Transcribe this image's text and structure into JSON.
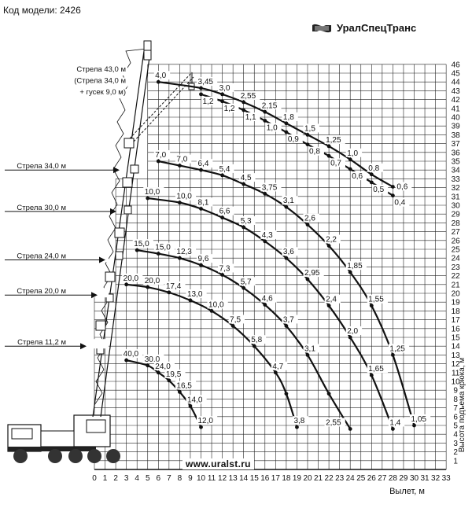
{
  "model_label": "Код модели: 2426",
  "brand": {
    "name": "УралСпецТранс",
    "logo_icon": "flag-logo-icon"
  },
  "website": "www.uralst.ru",
  "chart_data": {
    "type": "line",
    "xlabel": "Вылет, м",
    "ylabel": "Высота подъема крюка, м",
    "xlim": [
      0,
      33
    ],
    "ylim": [
      0,
      46
    ],
    "x_ticks": [
      "0",
      "1",
      "2",
      "3",
      "4",
      "5",
      "6",
      "7",
      "8",
      "9",
      "10",
      "11",
      "12",
      "13",
      "14",
      "15",
      "16",
      "17",
      "18",
      "19",
      "20",
      "21",
      "22",
      "23",
      "24",
      "25",
      "26",
      "27",
      "28",
      "29",
      "30",
      "31",
      "32",
      "33"
    ],
    "y_ticks": [
      "1",
      "2",
      "3",
      "4",
      "5",
      "6",
      "7",
      "8",
      "9",
      "10",
      "11",
      "12",
      "13",
      "14",
      "15",
      "16",
      "17",
      "18",
      "19",
      "20",
      "21",
      "22",
      "23",
      "24",
      "25",
      "26",
      "27",
      "28",
      "29",
      "30",
      "31",
      "32",
      "33",
      "34",
      "35",
      "36",
      "37",
      "38",
      "39",
      "40",
      "41",
      "42",
      "43",
      "44",
      "45",
      "46"
    ],
    "boom_labels": [
      {
        "text": "Стрела 43,0 м",
        "y": 45
      },
      {
        "text": "(Стрела 34,0 м",
        "y": 43.7
      },
      {
        "text": "+ гусек 9,0 м)",
        "y": 42.4
      },
      {
        "text": "Стрела 34,0 м",
        "y": 34
      },
      {
        "text": "Стрела 30,0 м",
        "y": 29.3
      },
      {
        "text": "Стрела 24,0 м",
        "y": 23.8
      },
      {
        "text": "Стрела 20,0 м",
        "y": 19.8
      },
      {
        "text": "Стрела 11,2 м",
        "y": 14
      }
    ],
    "series": [
      {
        "points": [
          [
            6,
            44
          ],
          [
            10,
            43.3
          ],
          [
            12,
            42.6
          ],
          [
            14,
            41.7
          ],
          [
            16,
            40.6
          ],
          [
            18,
            39.3
          ],
          [
            20,
            38
          ],
          [
            22,
            36.7
          ],
          [
            24,
            35.2
          ],
          [
            26,
            33.5
          ],
          [
            28,
            32.1
          ]
        ],
        "labels": [
          {
            "x": 6,
            "y": 44,
            "t": "4,0",
            "pos": "above"
          },
          {
            "x": 10,
            "y": 43.3,
            "t": "3,45",
            "pos": "above"
          },
          {
            "x": 12,
            "y": 42.6,
            "t": "3,0",
            "pos": "above"
          },
          {
            "x": 14,
            "y": 41.7,
            "t": "2,55",
            "pos": "above"
          },
          {
            "x": 16,
            "y": 40.6,
            "t": "2,15",
            "pos": "above"
          },
          {
            "x": 18,
            "y": 39.3,
            "t": "1,8",
            "pos": "above"
          },
          {
            "x": 20,
            "y": 38,
            "t": "1,5",
            "pos": "above"
          },
          {
            "x": 22,
            "y": 36.7,
            "t": "1,25",
            "pos": "above"
          },
          {
            "x": 24,
            "y": 35.2,
            "t": "1,0",
            "pos": "above"
          },
          {
            "x": 26,
            "y": 33.5,
            "t": "0,8",
            "pos": "above"
          },
          {
            "x": 28,
            "y": 32.1,
            "t": "0,6",
            "pos": "right"
          }
        ]
      },
      {
        "points": [
          [
            10,
            42.6
          ],
          [
            12,
            41.8
          ],
          [
            14,
            40.8
          ],
          [
            16,
            39.6
          ],
          [
            18,
            38.3
          ],
          [
            20,
            36.9
          ],
          [
            22,
            35.6
          ],
          [
            24,
            34.1
          ],
          [
            26,
            32.6
          ],
          [
            28,
            31.1
          ]
        ],
        "labels": [
          {
            "x": 10,
            "y": 42.6,
            "t": "1,2",
            "pos": "below"
          },
          {
            "x": 12,
            "y": 41.8,
            "t": "1,2",
            "pos": "below"
          },
          {
            "x": 14,
            "y": 40.8,
            "t": "1,1",
            "pos": "below"
          },
          {
            "x": 16,
            "y": 39.6,
            "t": "1,0",
            "pos": "below"
          },
          {
            "x": 18,
            "y": 38.3,
            "t": "0,9",
            "pos": "below"
          },
          {
            "x": 20,
            "y": 36.9,
            "t": "0,8",
            "pos": "below"
          },
          {
            "x": 22,
            "y": 35.6,
            "t": "0,7",
            "pos": "below"
          },
          {
            "x": 24,
            "y": 34.1,
            "t": "0,6",
            "pos": "below"
          },
          {
            "x": 26,
            "y": 32.6,
            "t": "0,5",
            "pos": "below"
          },
          {
            "x": 28,
            "y": 31.1,
            "t": "0,4",
            "pos": "below"
          }
        ]
      },
      {
        "points": [
          [
            6,
            35
          ],
          [
            8,
            34.5
          ],
          [
            10,
            34
          ],
          [
            12,
            33.4
          ],
          [
            14,
            32.4
          ],
          [
            16,
            31.3
          ],
          [
            18,
            29.8
          ],
          [
            20,
            27.8
          ],
          [
            22,
            25.4
          ],
          [
            24,
            22.4
          ],
          [
            26,
            18.6
          ],
          [
            28,
            13
          ],
          [
            30,
            5
          ]
        ],
        "labels": [
          {
            "x": 6,
            "y": 35,
            "t": "7,0",
            "pos": "above"
          },
          {
            "x": 8,
            "y": 34.5,
            "t": "7,0",
            "pos": "above"
          },
          {
            "x": 10,
            "y": 34,
            "t": "6,4",
            "pos": "above"
          },
          {
            "x": 12,
            "y": 33.4,
            "t": "5,4",
            "pos": "above"
          },
          {
            "x": 14,
            "y": 32.4,
            "t": "4,5",
            "pos": "above"
          },
          {
            "x": 16,
            "y": 31.3,
            "t": "3,75",
            "pos": "above"
          },
          {
            "x": 18,
            "y": 29.8,
            "t": "3,1",
            "pos": "above"
          },
          {
            "x": 20,
            "y": 27.8,
            "t": "2,6",
            "pos": "above"
          },
          {
            "x": 22,
            "y": 25.4,
            "t": "2,2",
            "pos": "above"
          },
          {
            "x": 24,
            "y": 22.4,
            "t": "1,85",
            "pos": "above"
          },
          {
            "x": 26,
            "y": 18.6,
            "t": "1,55",
            "pos": "above"
          },
          {
            "x": 28,
            "y": 13,
            "t": "1,25",
            "pos": "above"
          },
          {
            "x": 30,
            "y": 5,
            "t": "1,05",
            "pos": "above"
          }
        ]
      },
      {
        "points": [
          [
            5,
            30.8
          ],
          [
            8,
            30.3
          ],
          [
            10,
            29.6
          ],
          [
            12,
            28.6
          ],
          [
            14,
            27.5
          ],
          [
            16,
            25.9
          ],
          [
            18,
            24
          ],
          [
            20,
            21.6
          ],
          [
            22,
            18.6
          ],
          [
            24,
            15
          ],
          [
            26,
            10.7
          ],
          [
            28,
            4.6
          ]
        ],
        "labels": [
          {
            "x": 5,
            "y": 30.8,
            "t": "10,0",
            "pos": "above"
          },
          {
            "x": 8,
            "y": 30.3,
            "t": "10,0",
            "pos": "above"
          },
          {
            "x": 10,
            "y": 29.6,
            "t": "8,1",
            "pos": "above"
          },
          {
            "x": 12,
            "y": 28.6,
            "t": "6,6",
            "pos": "above"
          },
          {
            "x": 14,
            "y": 27.5,
            "t": "5,3",
            "pos": "above"
          },
          {
            "x": 16,
            "y": 25.9,
            "t": "4,3",
            "pos": "above"
          },
          {
            "x": 18,
            "y": 24,
            "t": "3,6",
            "pos": "above"
          },
          {
            "x": 20,
            "y": 21.6,
            "t": "2,95",
            "pos": "above"
          },
          {
            "x": 22,
            "y": 18.6,
            "t": "2,4",
            "pos": "above"
          },
          {
            "x": 24,
            "y": 15,
            "t": "2,0",
            "pos": "above"
          },
          {
            "x": 26,
            "y": 10.7,
            "t": "1,65",
            "pos": "above"
          },
          {
            "x": 28,
            "y": 4.6,
            "t": "1,4",
            "pos": "above"
          }
        ]
      },
      {
        "points": [
          [
            4,
            24.9
          ],
          [
            6,
            24.5
          ],
          [
            8,
            24
          ],
          [
            10,
            23.2
          ],
          [
            12,
            22.1
          ],
          [
            14,
            20.6
          ],
          [
            16,
            18.7
          ],
          [
            18,
            16.3
          ],
          [
            20,
            13
          ],
          [
            22,
            8.6
          ],
          [
            24,
            4.6
          ]
        ],
        "labels": [
          {
            "x": 4,
            "y": 24.9,
            "t": "15,0",
            "pos": "above"
          },
          {
            "x": 6,
            "y": 24.5,
            "t": "15,0",
            "pos": "above"
          },
          {
            "x": 8,
            "y": 24,
            "t": "12,3",
            "pos": "above"
          },
          {
            "x": 10,
            "y": 23.2,
            "t": "9,6",
            "pos": "above"
          },
          {
            "x": 12,
            "y": 22.1,
            "t": "7,3",
            "pos": "above"
          },
          {
            "x": 14,
            "y": 20.6,
            "t": "5,7",
            "pos": "above"
          },
          {
            "x": 16,
            "y": 18.7,
            "t": "4,6",
            "pos": "above"
          },
          {
            "x": 18,
            "y": 16.3,
            "t": "3,7",
            "pos": "above"
          },
          {
            "x": 20,
            "y": 13,
            "t": "3,1",
            "pos": "above"
          },
          {
            "x": 22,
            "y": 4.6,
            "t": "2,55",
            "pos": "above"
          }
        ]
      },
      {
        "points": [
          [
            3,
            21
          ],
          [
            5,
            20.7
          ],
          [
            7,
            20.1
          ],
          [
            9,
            19.2
          ],
          [
            11,
            18
          ],
          [
            13,
            16.3
          ],
          [
            15,
            14
          ],
          [
            17,
            11
          ],
          [
            18,
            8.6
          ],
          [
            19,
            4.8
          ]
        ],
        "labels": [
          {
            "x": 3,
            "y": 21,
            "t": "20,0",
            "pos": "above"
          },
          {
            "x": 5,
            "y": 20.7,
            "t": "20,0",
            "pos": "above"
          },
          {
            "x": 7,
            "y": 20.1,
            "t": "17,4",
            "pos": "above"
          },
          {
            "x": 9,
            "y": 19.2,
            "t": "13,0",
            "pos": "above"
          },
          {
            "x": 11,
            "y": 18,
            "t": "10,0",
            "pos": "above"
          },
          {
            "x": 13,
            "y": 16.3,
            "t": "7,5",
            "pos": "above"
          },
          {
            "x": 15,
            "y": 14,
            "t": "5,8",
            "pos": "above"
          },
          {
            "x": 17,
            "y": 11,
            "t": "4,7",
            "pos": "above"
          },
          {
            "x": 19,
            "y": 4.8,
            "t": "3,8",
            "pos": "above"
          }
        ]
      },
      {
        "points": [
          [
            3,
            12.4
          ],
          [
            5,
            11.8
          ],
          [
            6,
            11
          ],
          [
            7,
            10.1
          ],
          [
            8,
            8.8
          ],
          [
            9,
            7.2
          ],
          [
            10,
            4.8
          ]
        ],
        "labels": [
          {
            "x": 3,
            "y": 12.4,
            "t": "40,0",
            "pos": "above"
          },
          {
            "x": 5,
            "y": 11.8,
            "t": "30,0",
            "pos": "above"
          },
          {
            "x": 6,
            "y": 11,
            "t": "24,0",
            "pos": "above"
          },
          {
            "x": 7,
            "y": 10.1,
            "t": "19,5",
            "pos": "above"
          },
          {
            "x": 8,
            "y": 8.8,
            "t": "16,5",
            "pos": "above"
          },
          {
            "x": 9,
            "y": 7.2,
            "t": "14,0",
            "pos": "above"
          },
          {
            "x": 10,
            "y": 4.8,
            "t": "12,0",
            "pos": "above"
          }
        ]
      }
    ]
  }
}
